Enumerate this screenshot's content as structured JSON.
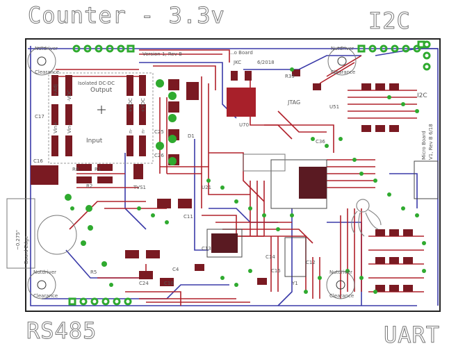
{
  "labels": {
    "title": "Counter - 3.3v",
    "top_right": "I2C",
    "bottom_left": "RS485",
    "bottom_right": "UART"
  },
  "silkscreen": {
    "nutdriver": "Nutdriver",
    "clearance": "Clearance",
    "output": "Output",
    "input": "Input",
    "isolated": "Isolated DC-DC",
    "version": "Version 1, Rev B",
    "board": "...o Board",
    "jkc": "JKC",
    "date": "6/2018",
    "jtag": "JTAG",
    "i2c_small": "I2C",
    "micro_board": "Micro Board",
    "rev": "V1, Rev B  6/18",
    "board_edge": "Board Edge",
    "dim": "~0.275\"",
    "pins_left": [
      "+Adj",
      "-VDC",
      "Vin+",
      "Vin-"
    ],
    "pins_right": [
      "+VDC",
      "+VDC",
      "n-",
      "n-"
    ],
    "refs": [
      "C17",
      "C16",
      "R8",
      "R1",
      "R2",
      "C15",
      "C14",
      "C13",
      "U70",
      "C36",
      "R39",
      "U51",
      "C26",
      "D1",
      "TVS1",
      "C25",
      "C24",
      "C10",
      "U21",
      "C11",
      "Y1",
      "C12",
      "C4",
      "R5"
    ]
  },
  "colors": {
    "trace_top": "#b0202a",
    "trace_bottom": "#3a3aa8",
    "pad": "#7a1a22",
    "via": "#2faa2f",
    "outline": "#222222",
    "silk": "#888888"
  }
}
